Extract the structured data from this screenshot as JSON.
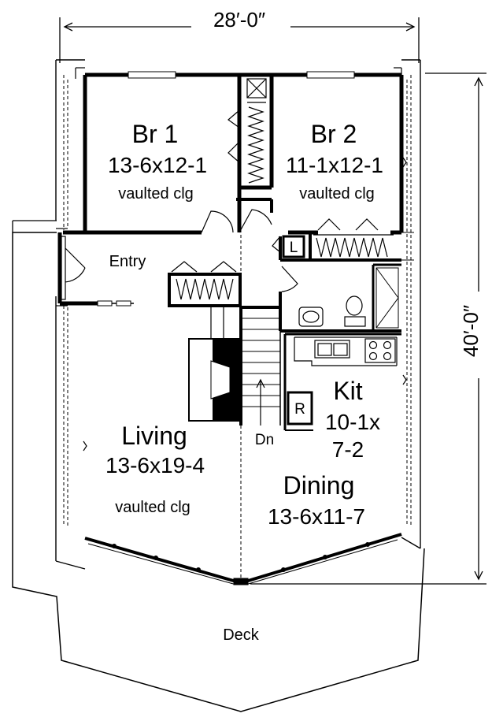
{
  "dimensions": {
    "width": "28′-0″",
    "depth": "40′-0″"
  },
  "rooms": {
    "br1": {
      "name": "Br 1",
      "size": "13-6x12-1",
      "note": "vaulted clg"
    },
    "br2": {
      "name": "Br 2",
      "size": "11-1x12-1",
      "note": "vaulted clg"
    },
    "entry": {
      "name": "Entry"
    },
    "living": {
      "name": "Living",
      "size": "13-6x19-4",
      "note": "vaulted clg"
    },
    "kitchen": {
      "name": "Kit",
      "size_line1": "10-1x",
      "size_line2": "7-2"
    },
    "dining": {
      "name": "Dining",
      "size": "13-6x11-7"
    },
    "deck": {
      "name": "Deck"
    }
  },
  "fixtures": {
    "linen": "L",
    "refrigerator": "R",
    "stair_direction": "Dn"
  }
}
